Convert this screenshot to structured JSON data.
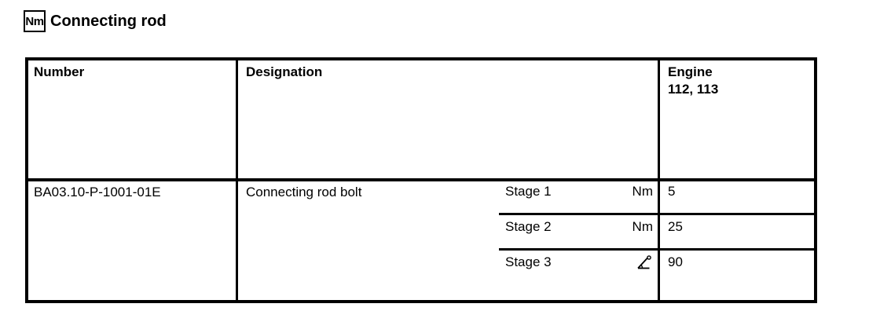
{
  "header": {
    "icon_label": "Nm",
    "icon_name": "nm-torque-icon",
    "title": "Connecting rod"
  },
  "table": {
    "columns": {
      "number": "Number",
      "designation": "Designation",
      "engine": "Engine",
      "engine_models": "112, 113"
    },
    "row": {
      "number": "BA03.10-P-1001-01E",
      "designation": "Connecting rod bolt",
      "stages": [
        {
          "label": "Stage 1",
          "unit": "Nm",
          "unit_icon": null,
          "value": "5"
        },
        {
          "label": "Stage 2",
          "unit": "Nm",
          "unit_icon": null,
          "value": "25"
        },
        {
          "label": "Stage 3",
          "unit": "",
          "unit_icon": "angle-degrees-icon",
          "value": "90"
        }
      ]
    },
    "colors": {
      "border": "#000000",
      "background": "#ffffff",
      "text": "#000000"
    }
  }
}
